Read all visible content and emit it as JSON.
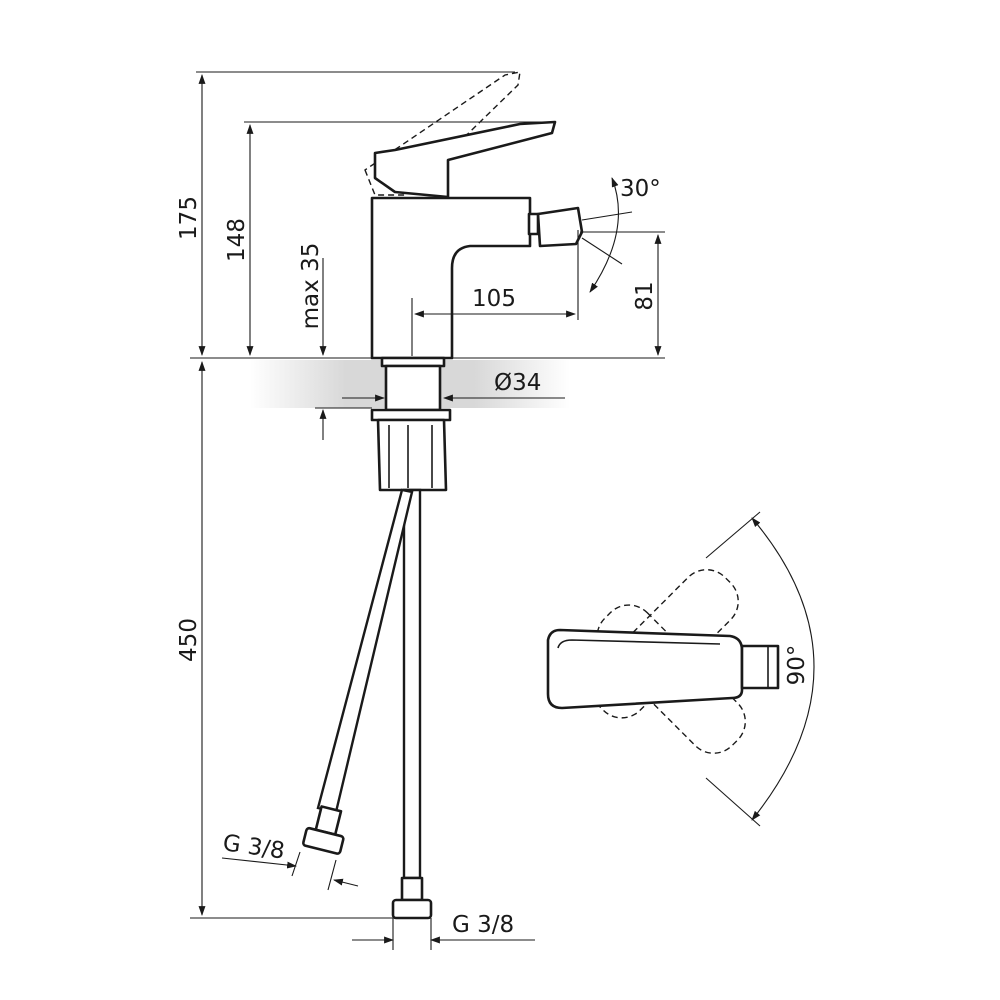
{
  "dimensions": {
    "overall_height": "175",
    "lever_height": "148",
    "max_deck_thickness": "max 35",
    "spout_reach": "105",
    "spout_height": "81",
    "spray_angle": "30°",
    "body_diameter": "Ø34",
    "hose_length": "450",
    "connector_left": "G 3/8",
    "connector_right": "G 3/8",
    "lever_rotation": "90°"
  }
}
